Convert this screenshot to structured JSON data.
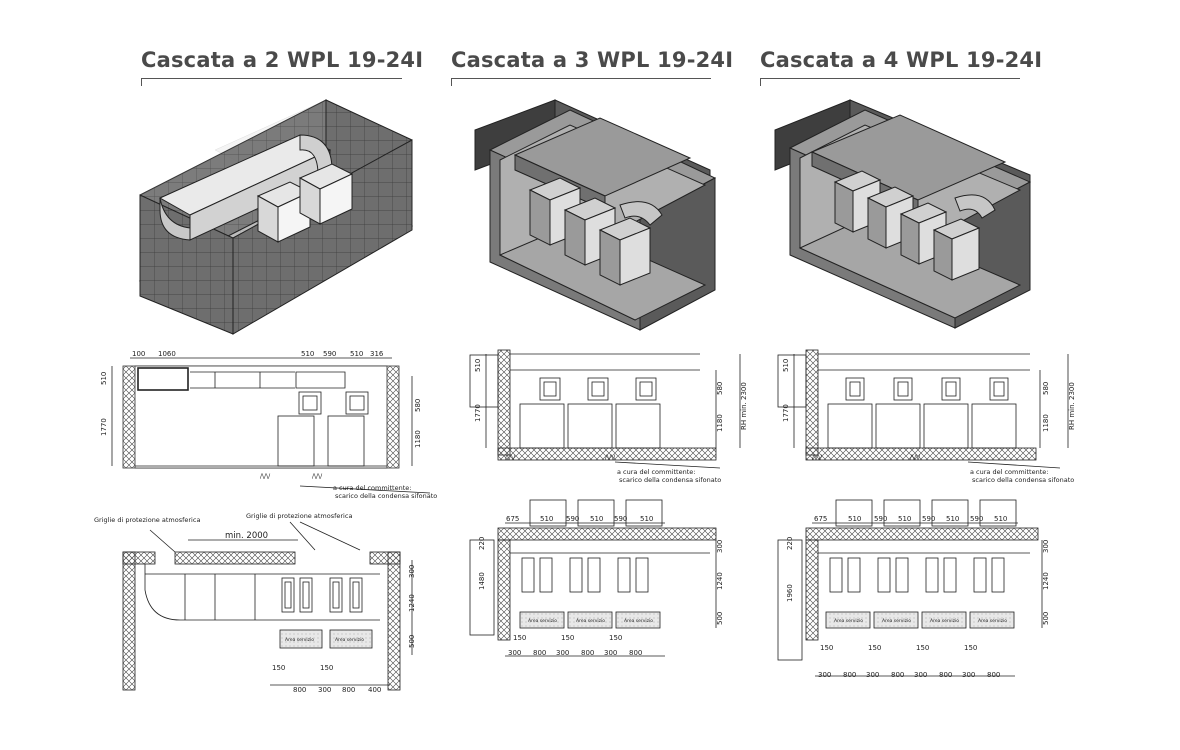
{
  "titles": [
    "Cascata a 2 WPL 19-24I",
    "Cascata a 3 WPL 19-24I",
    "Cascata a 4 WPL 19-24I"
  ],
  "p1_side": {
    "top_dims": [
      "100",
      "1060",
      "510",
      "590",
      "510",
      "316"
    ],
    "left_dims": [
      "510",
      "1770"
    ],
    "right_dims": [
      "580",
      "1180"
    ],
    "floor_marks": [
      "/\\/\\/",
      "/\\/\\/"
    ],
    "note_1": "a cura del committente:",
    "note_2": "scarico della condensa sifonato"
  },
  "p2_side": {
    "left_dims": [
      "510",
      "1770"
    ],
    "right_dims": [
      "580",
      "1180"
    ],
    "rh": "RH min. 2300",
    "floor_marks": [
      "/\\/\\/",
      "/\\/\\/"
    ],
    "note_1": "a cura del committente:",
    "note_2": "scarico della condensa sifonato"
  },
  "p3_side": {
    "left_dims": [
      "510",
      "1770"
    ],
    "right_dims": [
      "580",
      "1180"
    ],
    "rh": "RH min. 2300",
    "floor_marks": [
      "/\\/\\/",
      "/\\/\\/"
    ],
    "note_1": "a cura del committente:",
    "note_2": "scarico della condensa sifonato"
  },
  "p1_plan": {
    "grille_left": "Griglie di protezione atmosferica",
    "grille_right": "Griglie di protezione atmosferica",
    "min_dim": "min. 2000",
    "right_dims": [
      "300",
      "1240",
      "500"
    ],
    "area_labels": [
      "Area servizio",
      "Area servizio"
    ],
    "small_dims": [
      "150",
      "150"
    ],
    "bottom_dims": [
      "800",
      "300",
      "800",
      "400"
    ]
  },
  "p2_plan": {
    "top_dims": [
      "675",
      "510",
      "590",
      "510",
      "590",
      "510"
    ],
    "left_dims": [
      "220",
      "1480"
    ],
    "right_dims": [
      "300",
      "1240",
      "500"
    ],
    "area_labels": [
      "Area servizio",
      "Area servizio",
      "Area servizio"
    ],
    "small_dims": [
      "150",
      "150",
      "150"
    ],
    "bottom_dims": [
      "300",
      "800",
      "300",
      "800",
      "300",
      "800"
    ]
  },
  "p3_plan": {
    "top_dims": [
      "675",
      "510",
      "590",
      "510",
      "590",
      "510",
      "590",
      "510"
    ],
    "left_dims": [
      "220",
      "1960"
    ],
    "right_dims": [
      "300",
      "1240",
      "500"
    ],
    "area_labels": [
      "Area servizio",
      "Area servizio",
      "Area servizio",
      "Area servizio"
    ],
    "small_dims": [
      "150",
      "150",
      "150",
      "150"
    ],
    "bottom_dims": [
      "300",
      "800",
      "300",
      "800",
      "300",
      "800",
      "300",
      "800"
    ]
  },
  "colors": {
    "title": "#4a4a4a",
    "wall_dark": "#4d4d4d",
    "wall_mid": "#8a8a8a",
    "floor": "#b8b8b8",
    "line": "#222222"
  }
}
